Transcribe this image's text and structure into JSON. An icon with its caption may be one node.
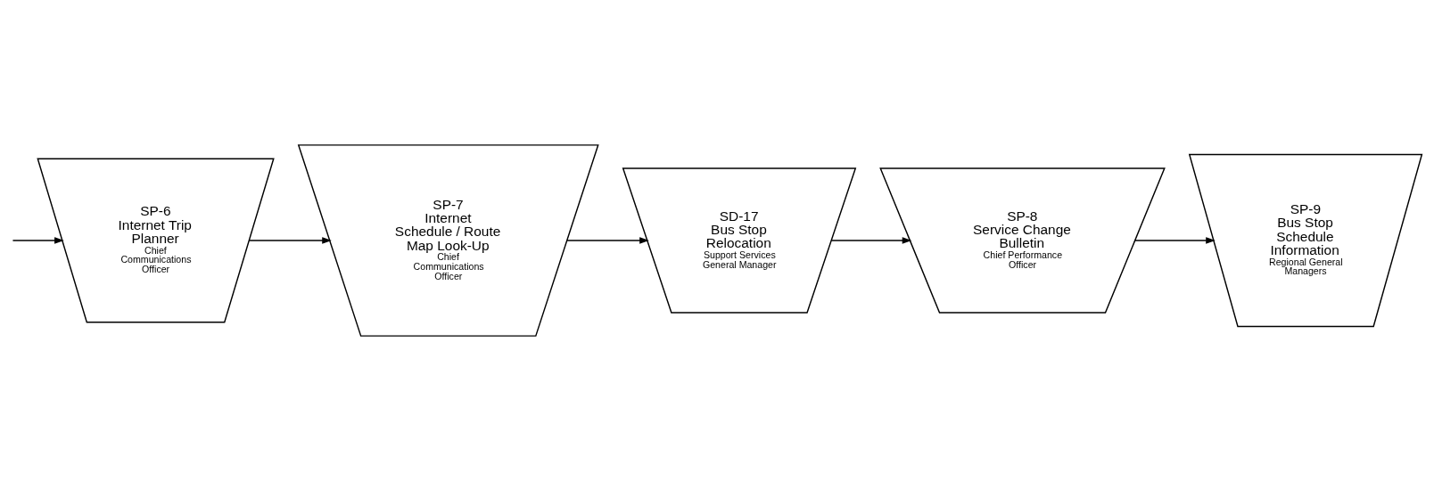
{
  "diagram": {
    "nodes": [
      {
        "text": [
          "SP-6",
          "Internet Trip Planner",
          "Chief Communications Officer"
        ]
      },
      {
        "text": [
          "SP-7",
          "Internet Schedule / Route Map Look-Up",
          "Chief Communications Officer"
        ]
      },
      {
        "text": [
          "SD-17",
          "Bus Stop Relocation",
          "Support Services General Manager"
        ]
      },
      {
        "text": [
          "SP-8",
          "Service Change Bulletin",
          "Chief Performance Officer"
        ]
      },
      {
        "text": [
          "SP-9",
          "Bus Stop Schedule Information",
          "Regional General Managers"
        ]
      }
    ],
    "edges": [
      {
        "from": null,
        "to": 0,
        "arrow": "to"
      },
      {
        "from": 0,
        "to": 1,
        "arrow": "to"
      },
      {
        "from": 1,
        "to": 2,
        "arrow": "to"
      },
      {
        "from": 2,
        "to": 3,
        "arrow": "to"
      },
      {
        "from": 3,
        "to": 4,
        "arrow": "to"
      }
    ]
  }
}
